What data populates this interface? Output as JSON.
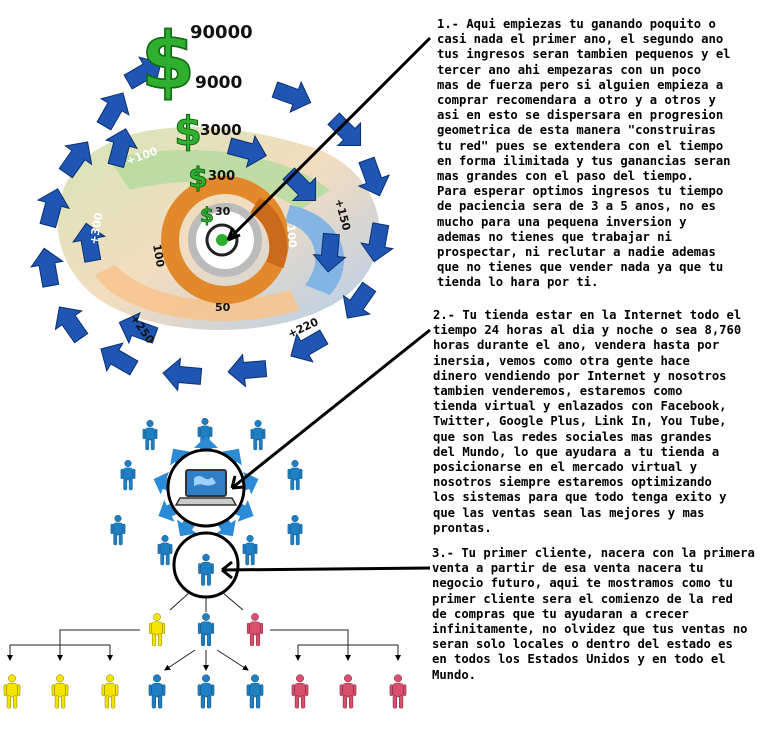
{
  "paragraphs": {
    "p1": "1.- Aqui empiezas tu ganando poquito o\ncasi nada el primer ano, el segundo ano\ntus ingresos seran tambien pequenos y el\ntercer ano ahi empezaras con un poco\nmas de fuerza pero si alguien empieza a\ncomprar recomendara a otro y a otros y\nasi en esto se dispersara en progresion\ngeometrica de esta manera \"construiras\ntu red\" pues se extendera con el tiempo\nen forma ilimitada y tus ganancias seran\nmas grandes con el paso del tiempo.\nPara esperar optimos ingresos tu tiempo\nde paciencia sera de 3 a 5 anos, no es\nmucho para una pequena inversion y\nademas no tienes que trabajar ni\nprospectar, ni reclutar a nadie ademas\nque no tienes que vender nada ya que tu\ntienda lo hara por ti.",
    "p2": "2.- Tu tienda estar en la Internet todo el\ntiempo 24 horas al dia y noche o sea 8,760\nhoras durante el ano, vendera hasta por\ninersia, vemos como otra gente hace\ndinero vendiendo por Internet y nosotros\ntambien venderemos, estaremos como\ntienda virtual y enlazados con Facebook,\nTwitter, Google Plus, Link In, You Tube,\nque son las redes sociales mas grandes\ndel Mundo, lo que ayudara a tu tienda a\nposicionarse en el mercado virtual y\nnosotros siempre estaremos optimizando\nlos sistemas para que todo tenga exito y\nque las ventas sean las mejores y mas\nprontas.",
    "p3": "3.- Tu primer cliente, nacera con la primera\nventa a partir de esa venta nacera tu\nnegocio futuro, aqui te mostramos como tu\nprimer cliente sera el comienzo de la red\nde compras que tu ayudaran a crecer\ninfinitamente, no olvidez que tus ventas no\nseran solo locales o dentro del estado es\nen todos los Estados Unidos y en todo el\nMundo."
  },
  "spiral": {
    "money": [
      "90000",
      "9000",
      "3000",
      "300",
      "30"
    ],
    "increments": [
      "+100",
      "+150",
      "+300",
      "100",
      "100",
      "50",
      "+250",
      "+220"
    ]
  },
  "colors": {
    "arrow_blue": "#1f56b4",
    "money_green": "#2fae2f",
    "person_blue": "#1e7fc2",
    "person_yellow": "#f4e400",
    "person_red": "#d9506e",
    "ring_orange": "#e2892c",
    "ring_gray": "#aaaaaa"
  }
}
